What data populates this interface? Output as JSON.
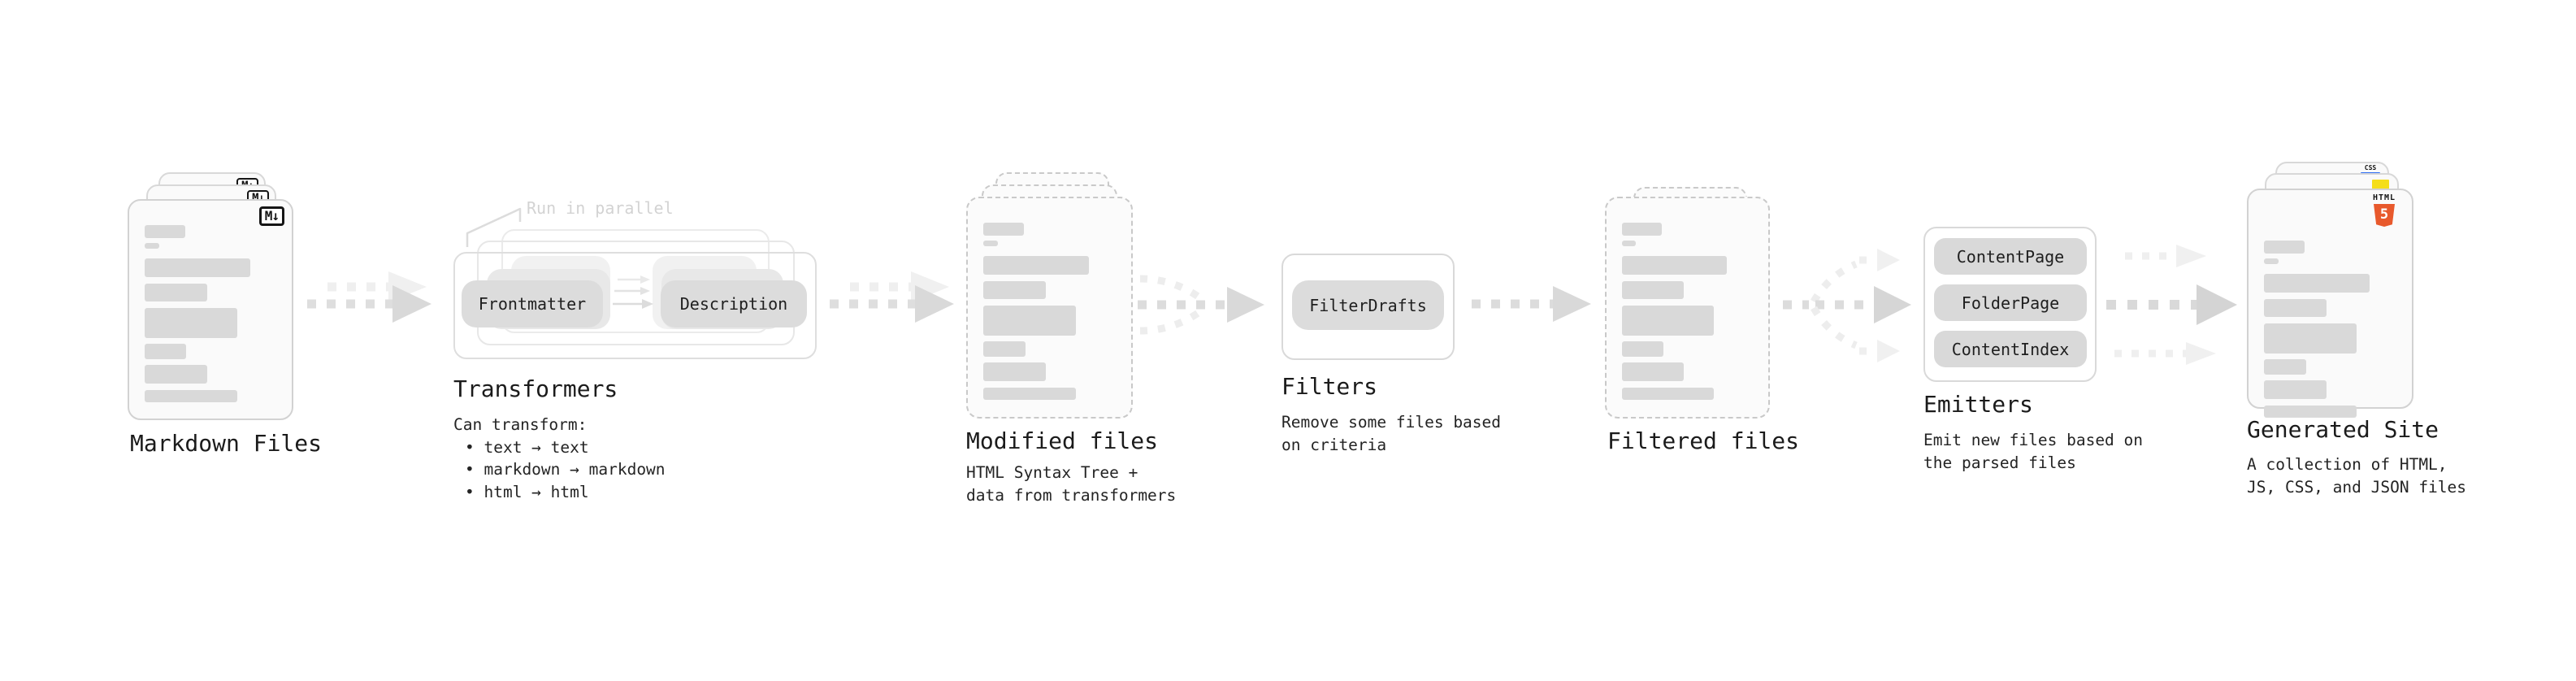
{
  "stages": {
    "markdown": {
      "title": "Markdown Files"
    },
    "transformers": {
      "title": "Transformers",
      "note": "Run in parallel",
      "box1": "Frontmatter",
      "box2": "Description",
      "desc_heading": "Can transform:",
      "bullet1": "• text → text",
      "bullet2": "• markdown → markdown",
      "bullet3": "• html → html"
    },
    "modified": {
      "title": "Modified files",
      "desc1": "HTML Syntax Tree +",
      "desc2": "data from transformers"
    },
    "filters": {
      "title": "Filters",
      "box1": "FilterDrafts",
      "desc1": "Remove some files based",
      "desc2": "on criteria"
    },
    "filtered": {
      "title": "Filtered files"
    },
    "emitters": {
      "title": "Emitters",
      "box1": "ContentPage",
      "box2": "FolderPage",
      "box3": "ContentIndex",
      "desc1": "Emit new files based on",
      "desc2": "the parsed files"
    },
    "generated": {
      "title": "Generated Site",
      "desc1": "A collection of HTML,",
      "desc2": "JS, CSS, and JSON files"
    }
  },
  "badges": {
    "markdown": "M↓",
    "html5_label": "HTML",
    "html5_number": "5",
    "css": "CSS"
  },
  "colors": {
    "background": "#ffffff",
    "doc_fill": "#fafafa",
    "doc_border": "#d2d2d2",
    "dashed_border": "#c9c9c9",
    "placeholder_bar": "#d9d9d9",
    "button_gray": "#dcdcdc",
    "container_border": "#dedede",
    "arrow_gray": "#d9d9d9",
    "arrow_light": "#ececec",
    "muted_note": "#d3d3d3",
    "text": "#1f1f1f",
    "html5_orange": "#e8592c",
    "js_yellow": "#f5de19",
    "css_blue": "#2b6bf3"
  }
}
